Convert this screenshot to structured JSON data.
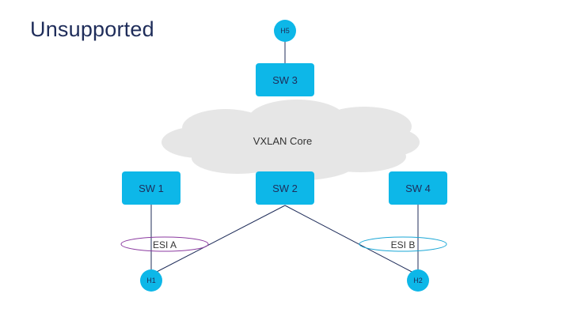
{
  "title": "Unsupported",
  "cloud_label": "VXLAN Core",
  "switches": {
    "sw1": "SW 1",
    "sw2": "SW 2",
    "sw3": "SW 3",
    "sw4": "SW 4"
  },
  "hosts": {
    "h1": "H1",
    "h2": "H2",
    "h5": "H5"
  },
  "esi": {
    "a": "ESI A",
    "b": "ESI B"
  },
  "colors": {
    "device": "#0db7e8",
    "cloud": "#e6e6e6",
    "link": "#1f2d5a",
    "esi_a": "#8b3aa0",
    "esi_b": "#1aa7d6",
    "title": "#1f2d5a"
  }
}
